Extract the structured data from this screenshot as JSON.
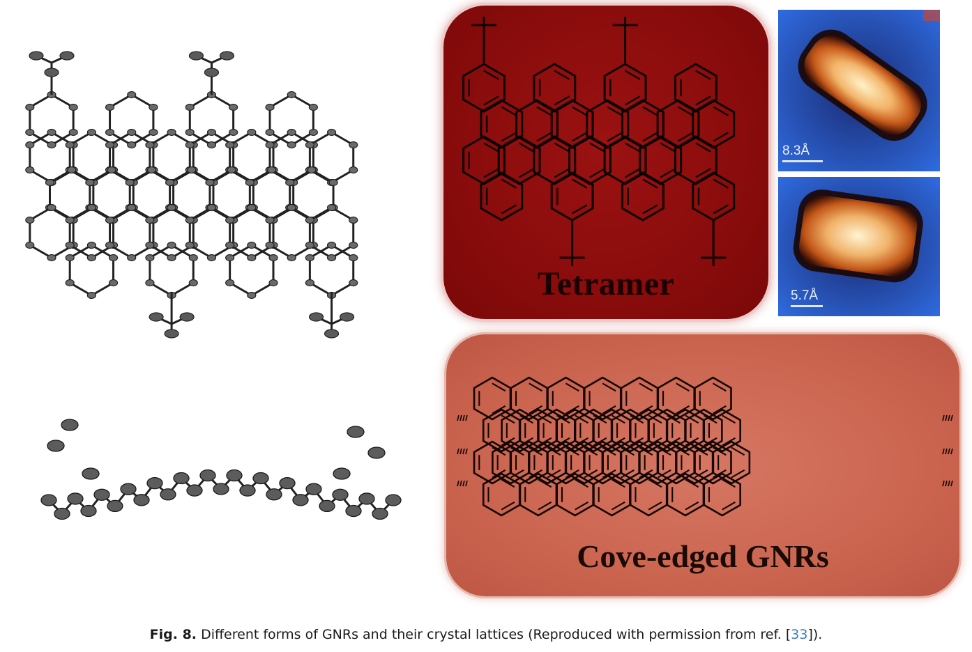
{
  "figure": {
    "tetramer_label": "Tetramer",
    "cove_label": "Cove-edged GNRs",
    "stm_top_scale": "8.3Å",
    "stm_bottom_scale": "5.7Å"
  },
  "caption": {
    "label": "Fig. 8.",
    "text_before": "Different forms of GNRs and their crystal lattices (Reproduced with permission from ref. [",
    "ref": "33",
    "text_after": "])."
  },
  "colors": {
    "tetramer_bg": "#8a0c0c",
    "cove_bg": "#c9624d",
    "stm_bg": "#2a5fd6",
    "link": "#3a7fb0"
  }
}
